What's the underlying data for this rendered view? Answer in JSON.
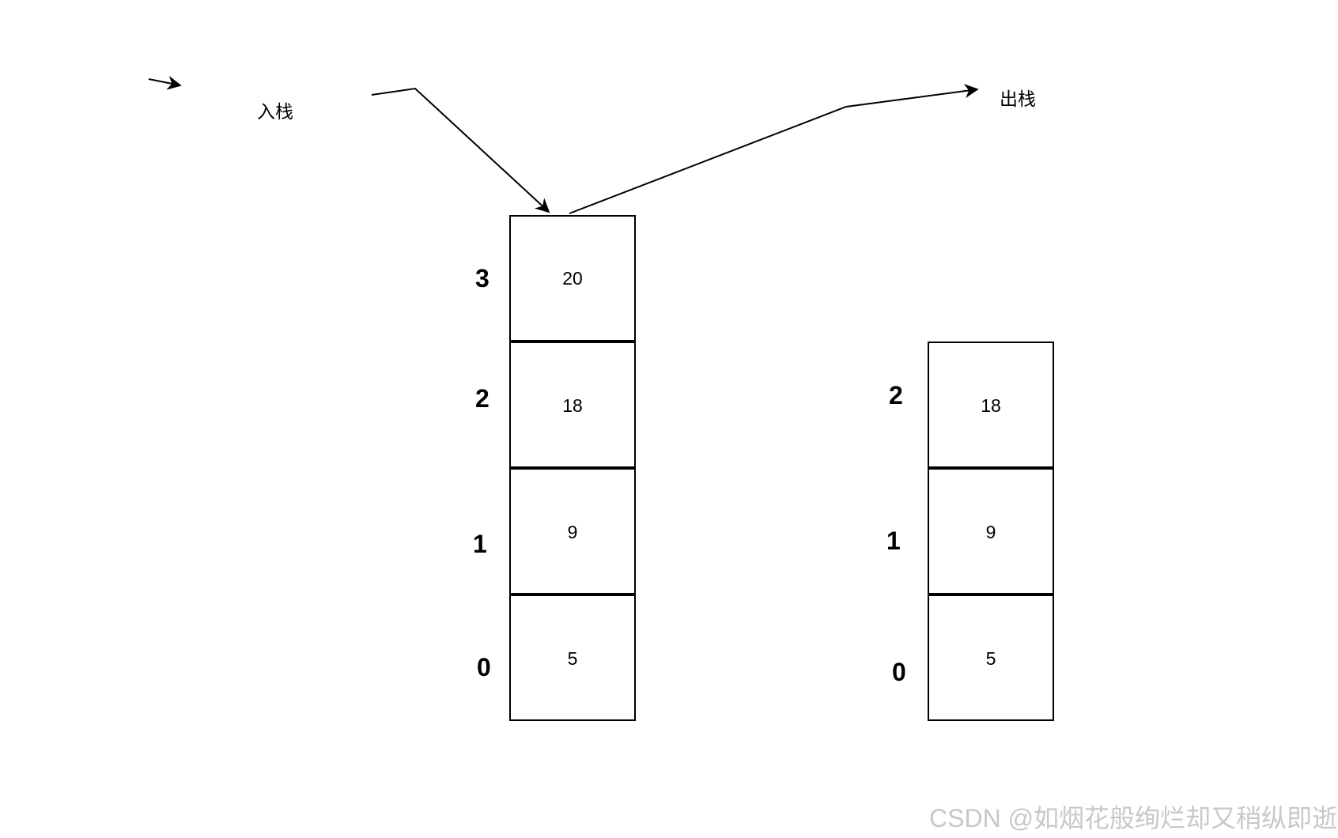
{
  "labels": {
    "push": "入栈",
    "pop": "出栈"
  },
  "stack_before": {
    "cells": [
      {
        "index": "3",
        "value": "20"
      },
      {
        "index": "2",
        "value": "18"
      },
      {
        "index": "1",
        "value": "9"
      },
      {
        "index": "0",
        "value": "5"
      }
    ]
  },
  "stack_after": {
    "cells": [
      {
        "index": "2",
        "value": "18"
      },
      {
        "index": "1",
        "value": "9"
      },
      {
        "index": "0",
        "value": "5"
      }
    ]
  },
  "watermark": "CSDN @如烟花般绚烂却又稍纵即逝",
  "colors": {
    "stroke": "#000000",
    "watermark": "#c8c8c8"
  }
}
